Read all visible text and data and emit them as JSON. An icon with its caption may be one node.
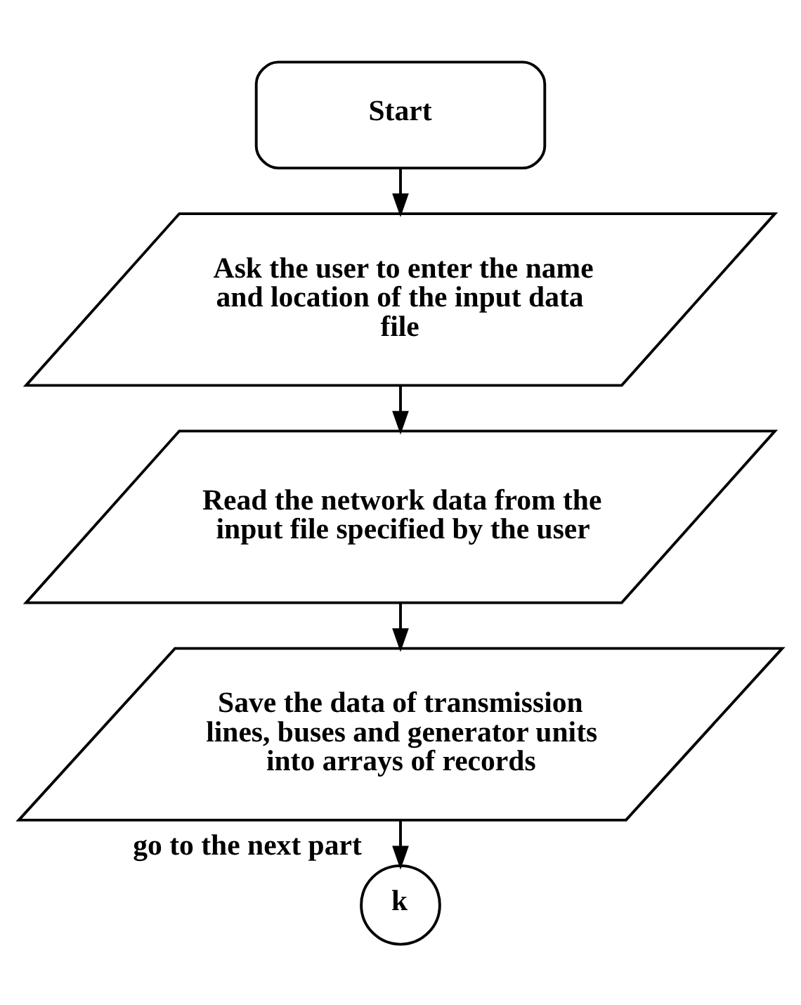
{
  "diagram": {
    "nodes": [
      {
        "text": [
          "Start"
        ]
      },
      {
        "text": [
          "Ask the user to enter the name and location of the input data file"
        ]
      },
      {
        "text": [
          "Read the network data from the input file specified by the user"
        ]
      },
      {
        "text": [
          "Save the data of transmission lines, buses and generator units into arrays of records"
        ]
      },
      {
        "text": [
          "k"
        ],
        "beside": [
          "go to the next part"
        ]
      }
    ],
    "edges": [
      {
        "from": 0,
        "to": 1,
        "arrow": "to"
      },
      {
        "from": 1,
        "to": 2,
        "arrow": "to"
      },
      {
        "from": 2,
        "to": 3,
        "arrow": "to"
      },
      {
        "from": 3,
        "to": 4,
        "arrow": "to"
      }
    ]
  }
}
